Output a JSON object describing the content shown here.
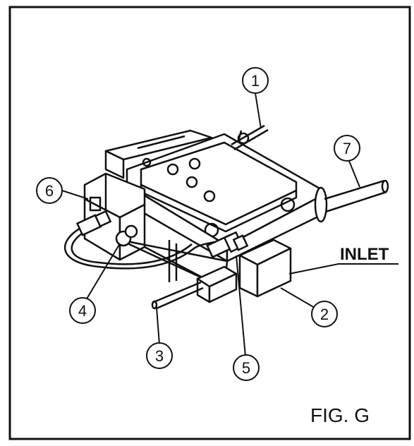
{
  "figure": {
    "caption": "FIG. G",
    "inlet_label": "INLET",
    "callouts": [
      {
        "number": "1"
      },
      {
        "number": "2"
      },
      {
        "number": "3"
      },
      {
        "number": "4"
      },
      {
        "number": "5"
      },
      {
        "number": "6"
      },
      {
        "number": "7"
      }
    ]
  }
}
